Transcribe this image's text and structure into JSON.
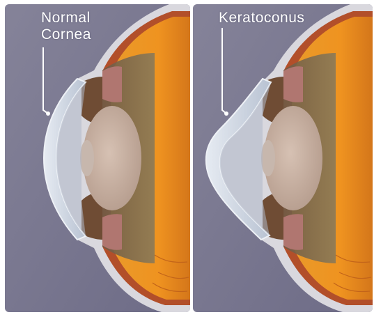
{
  "panels": {
    "normal": {
      "label_line1": "Normal",
      "label_line2": "Cornea"
    },
    "keratoconus": {
      "label": "Keratoconus"
    }
  },
  "colors": {
    "background": "#7b7a96",
    "sclera": "#dcdbe0",
    "cornea": "#c9d1dd",
    "iris": "#7a5a3c",
    "lens": "#c7b0a2",
    "vitreous": "#e58a1c",
    "retina": "#c4641a"
  }
}
